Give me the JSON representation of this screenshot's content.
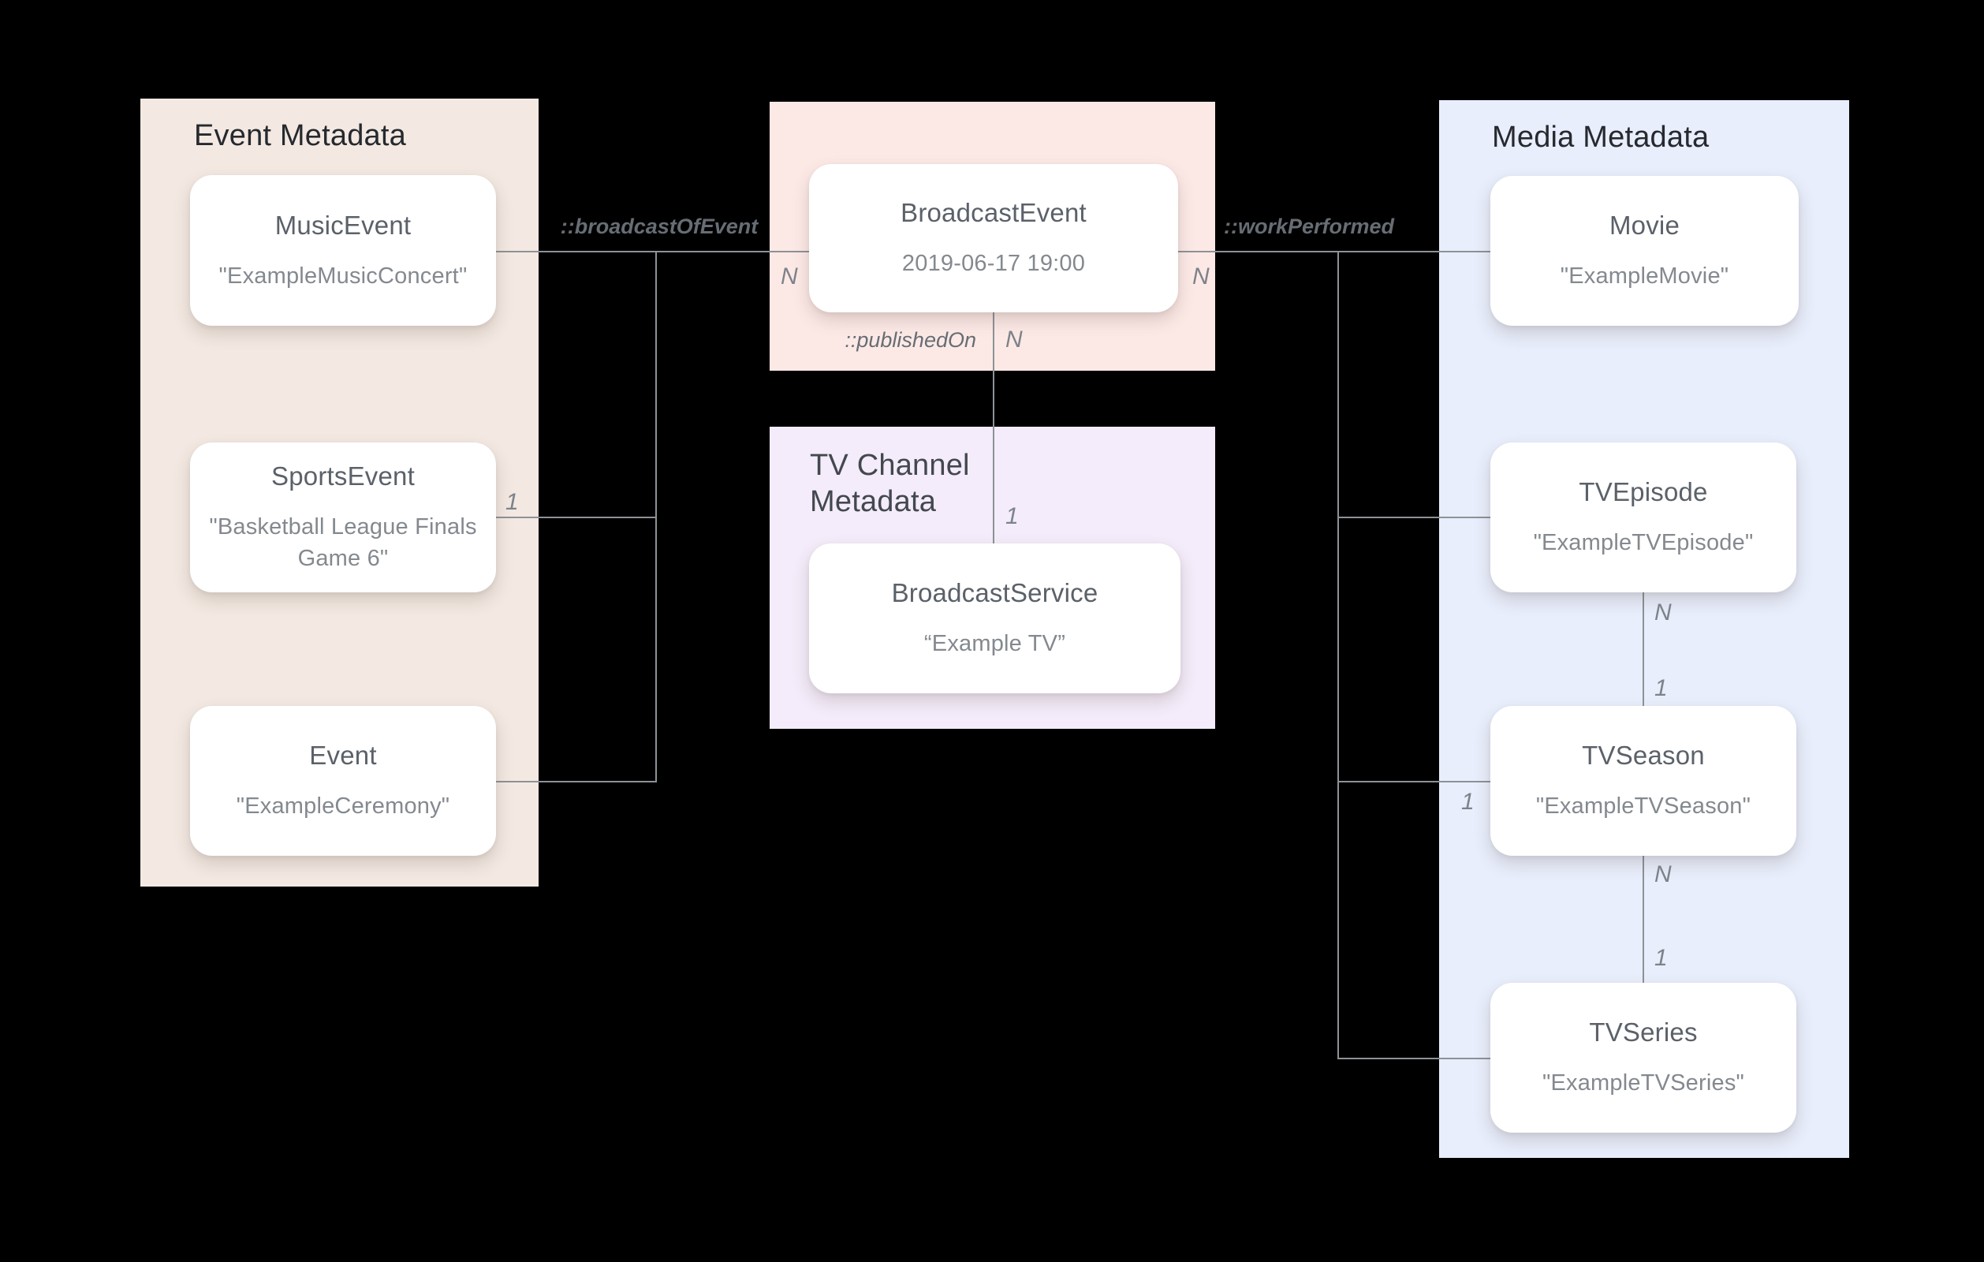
{
  "diagram": {
    "background": "#000000",
    "line_color": "#8d9297"
  },
  "panels": {
    "event": {
      "title": "Event Metadata",
      "color": "#f3e9e2"
    },
    "broadcast": {
      "color": "#fce9e6"
    },
    "tv_channel": {
      "title": "TV Channel Metadata",
      "color": "#f4ecfa"
    },
    "media": {
      "title": "Media Metadata",
      "color": "#e8eefc"
    }
  },
  "cards": {
    "music_event": {
      "title": "MusicEvent",
      "value": "\"ExampleMusicConcert\""
    },
    "sports_event": {
      "title": "SportsEvent",
      "value": "\"Basketball League Finals Game 6\""
    },
    "event": {
      "title": "Event",
      "value": "\"ExampleCeremony\""
    },
    "broadcast_event": {
      "title": "BroadcastEvent",
      "value": "2019-06-17 19:00"
    },
    "broadcast_service": {
      "title": "BroadcastService",
      "value": "“Example TV”"
    },
    "movie": {
      "title": "Movie",
      "value": "\"ExampleMovie\""
    },
    "tv_episode": {
      "title": "TVEpisode",
      "value": "\"ExampleTVEpisode\""
    },
    "tv_season": {
      "title": "TVSeason",
      "value": "\"ExampleTVSeason\""
    },
    "tv_series": {
      "title": "TVSeries",
      "value": "\"ExampleTVSeries\""
    }
  },
  "relationships": {
    "broadcast_of_event": "::broadcastOfEvent",
    "work_performed": "::workPerformed",
    "published_on": "::publishedOn"
  },
  "multiplicities": {
    "broadcast_event_left": "N",
    "broadcast_event_right": "N",
    "published_on": "N",
    "broadcast_service": "1",
    "sports_event": "1",
    "tv_season_left": "1",
    "episode_season_top": "N",
    "episode_season_bottom": "1",
    "season_series_top": "N",
    "season_series_bottom": "1"
  }
}
